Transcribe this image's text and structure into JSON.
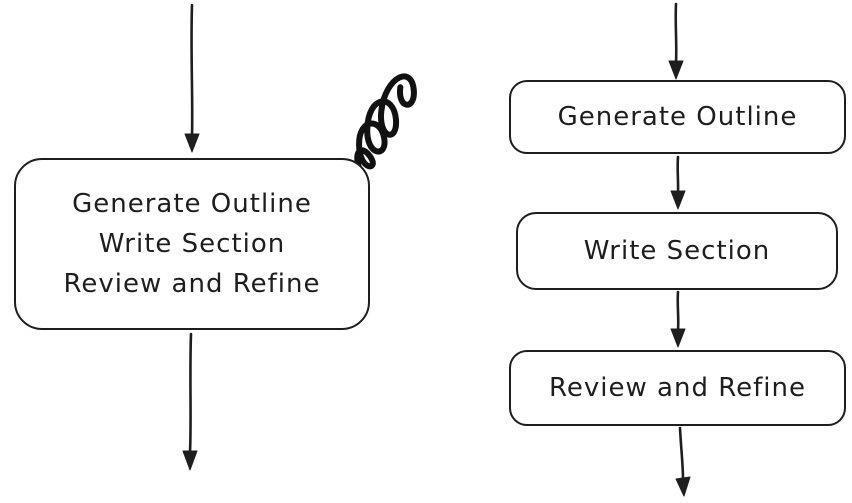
{
  "colors": {
    "ink": "#1e1e1e",
    "background": "#ffffff"
  },
  "left_flow": {
    "combined_box": {
      "lines": [
        "Generate Outline",
        "Write Section",
        "Review and Refine"
      ]
    }
  },
  "right_flow": {
    "boxes": [
      {
        "label": "Generate Outline"
      },
      {
        "label": "Write Section"
      },
      {
        "label": "Review and Refine"
      }
    ]
  },
  "icons": {
    "arrows": "arrow-down-icon",
    "annotation": "scribble-icon"
  }
}
